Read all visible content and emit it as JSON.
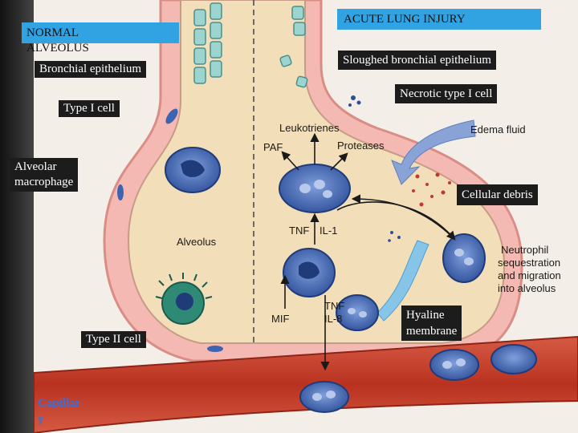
{
  "colors": {
    "alveolus_fill": "#f2dfb9",
    "wall_pink": "#f3b9b2",
    "capillary_red": "#c43c2e",
    "cell_blue": "#3e63b0",
    "label_dark": "#1c1c1c",
    "label_blue": "#31a3e3",
    "edema_arrow": "#8aa3d6",
    "hyaline_blue": "#86c4e8",
    "frame_dark": "#2b2b2b"
  },
  "labels": {
    "normal_alveolus": "NORMAL\nALVEOLUS",
    "bronchial_epithelium": "Bronchial epithelium",
    "type1_cell": "Type I cell",
    "alveolar_macrophage": "Alveolar\nmacrophage",
    "type2_cell": "Type II cell",
    "capillary": "Capillar\ny",
    "acute_lung_injury": "ACUTE LUNG INJURY",
    "sloughed_bronchial": "Sloughed bronchial epithelium",
    "necrotic_type1": "Necrotic type I cell",
    "cellular_debris": "Cellular debris",
    "hyaline_membrane": "Hyaline\nmembrane"
  },
  "figure_text": {
    "leukotrienes": "Leukotrienes",
    "paf": "PAF",
    "proteases": "Proteases",
    "edema_fluid": "Edema fluid",
    "tnf": "TNF",
    "il1": "IL-1",
    "alveolus": "Alveolus",
    "neutrophil_1": "Neutrophil",
    "neutrophil_2": "sequestration",
    "neutrophil_3": "and migration",
    "neutrophil_4": "into alveolus",
    "mif": "MIF",
    "tnf2": "TNF",
    "il8": "IL-8"
  }
}
